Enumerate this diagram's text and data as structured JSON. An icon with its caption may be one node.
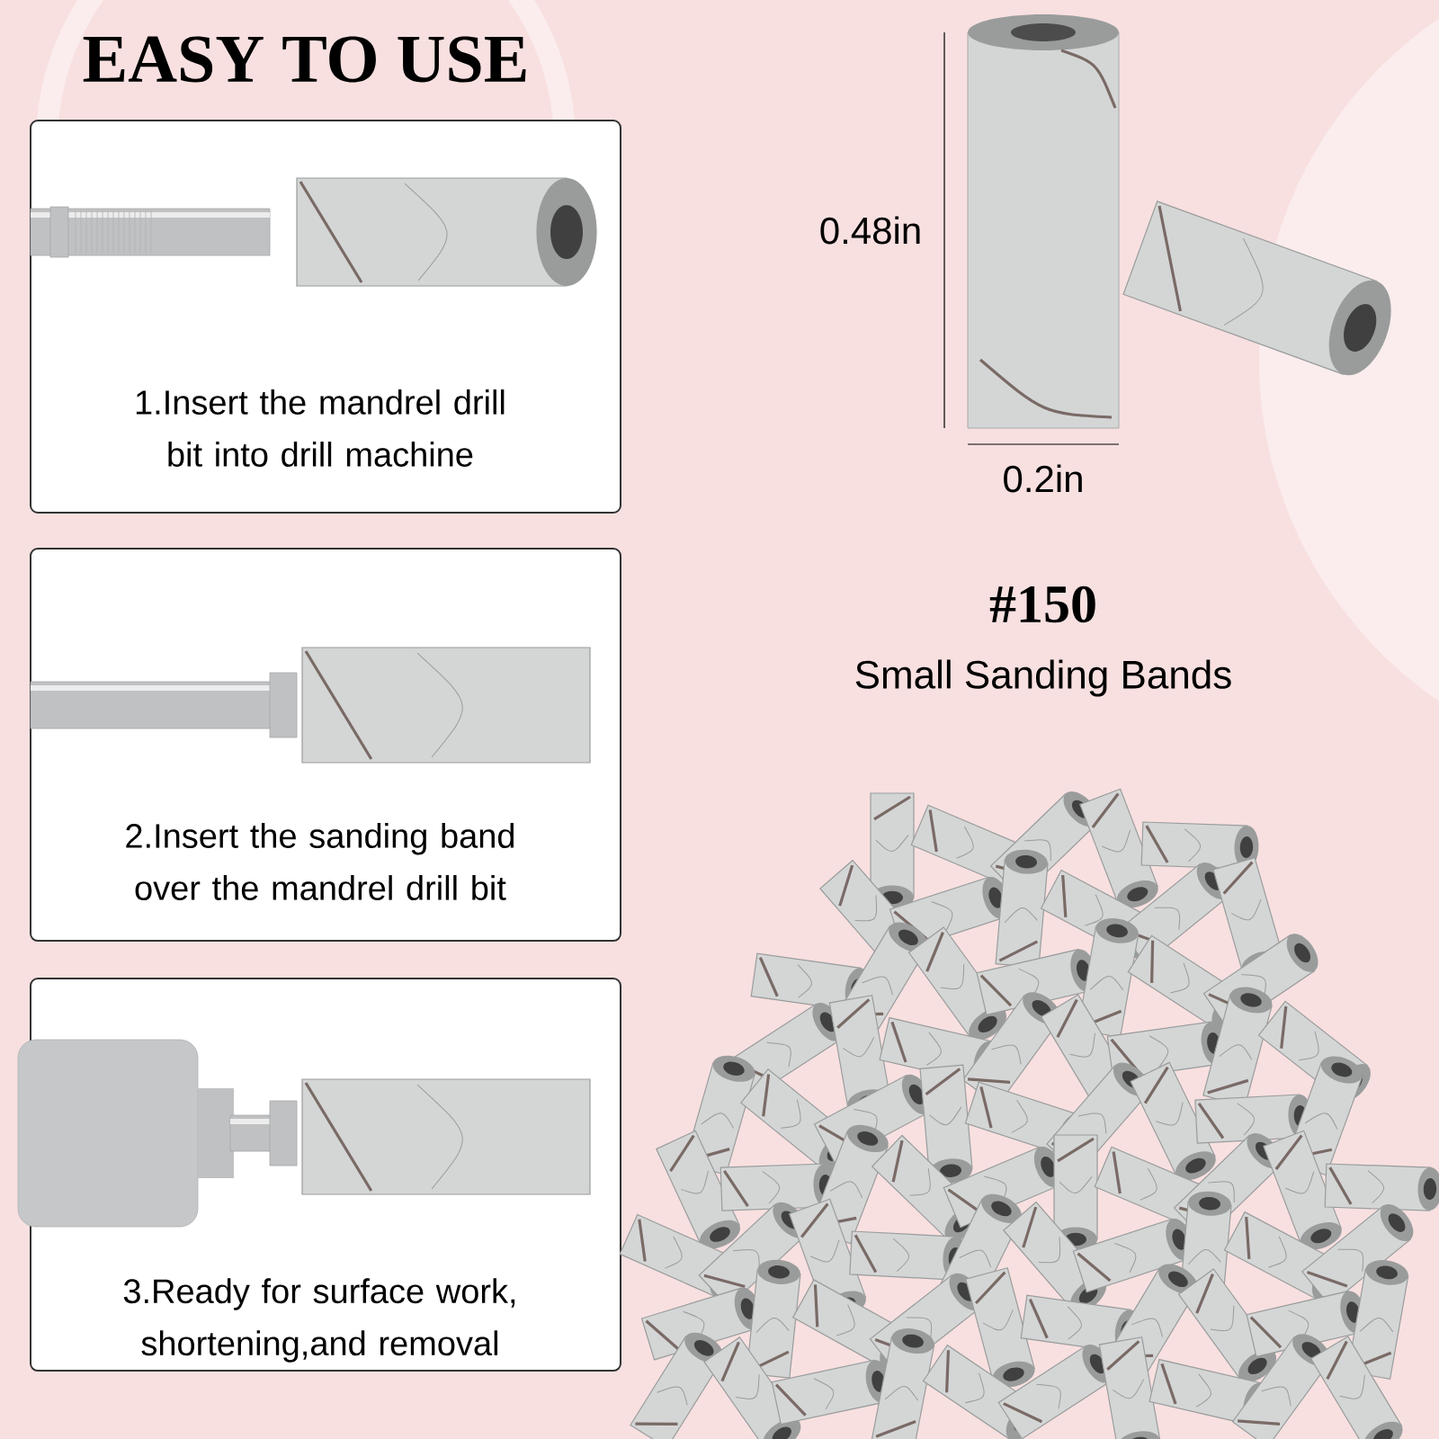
{
  "diagram": {
    "title": "EASY TO USE",
    "nodes": [
      {
        "text": [
          "1.Insert the mandrel drill bit into drill machine"
        ]
      },
      {
        "text": [
          "2.Insert the sanding band over the mandrel drill bit"
        ]
      },
      {
        "text": [
          "3.Ready for surface work, shortening,and removal"
        ]
      }
    ],
    "labels": [
      "0.48in",
      "0.2in",
      "#150",
      "Small Sanding Bands"
    ]
  }
}
